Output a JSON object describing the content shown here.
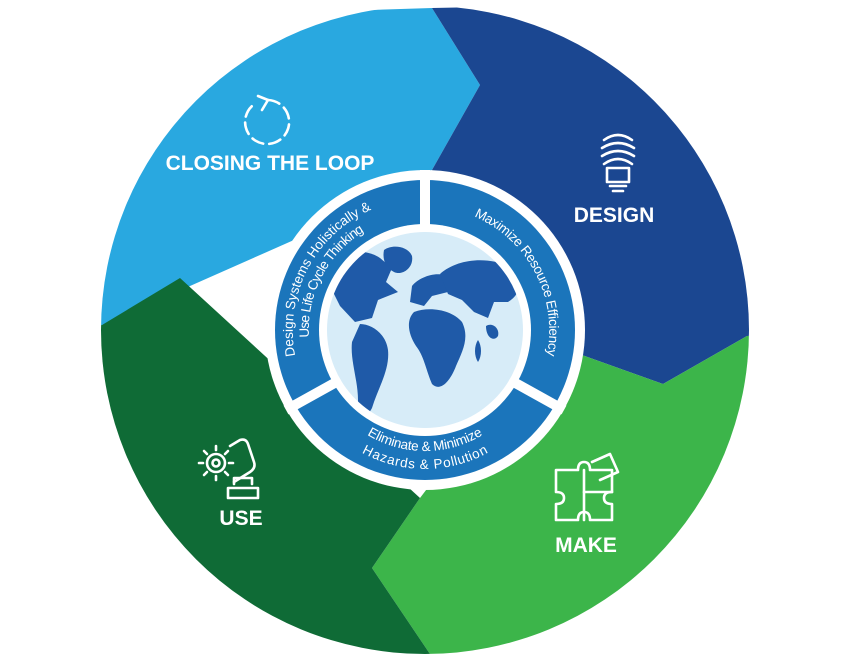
{
  "segments": {
    "closing_the_loop": {
      "label": "CLOSING THE LOOP",
      "icon": "refresh-icon",
      "color": "#29a8e0"
    },
    "design": {
      "label": "DESIGN",
      "icon": "lightbulb-icon",
      "color": "#1b4791"
    },
    "make": {
      "label": "MAKE",
      "icon": "puzzle-icon",
      "color": "#3cb54a"
    },
    "use": {
      "label": "USE",
      "icon": "gear-hand-icon",
      "color": "#0f6b36"
    }
  },
  "inner_ring": {
    "color": "#1b75bb",
    "items": [
      {
        "label_line1": "Design Systems Holistically &",
        "label_line2": "Use Life Cycle Thinking"
      },
      {
        "label_line1": "Maximize Resource Efficiency"
      },
      {
        "label_line1": "Eliminate & Minimize",
        "label_line2": "Hazards & Pollution"
      }
    ]
  },
  "center": {
    "icon": "globe-icon",
    "ocean_color": "#d7ecf8",
    "land_color": "#1f5aa8"
  }
}
